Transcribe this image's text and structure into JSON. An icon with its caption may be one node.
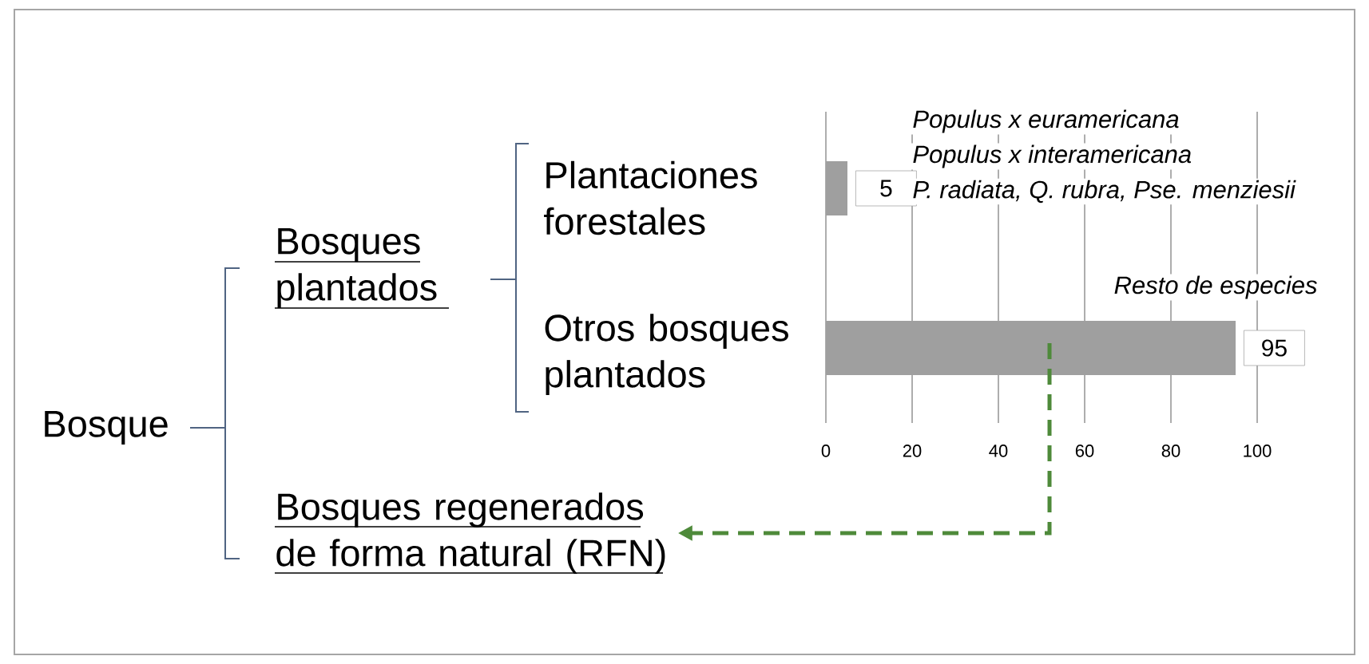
{
  "diagram": {
    "nodes": [
      {
        "text": [
          "Bosque"
        ]
      },
      {
        "text": [
          "Bosques plantados"
        ]
      },
      {
        "text": [
          "Plantaciones forestales"
        ]
      },
      {
        "text": [
          "Otros bosques plantados"
        ]
      },
      {
        "text": [
          "Bosques regenerados de forma natural (RFN)"
        ]
      }
    ],
    "edges": [
      {
        "from": null,
        "to": 4,
        "arrow": "to",
        "style": "dashed",
        "color": "#4e8a3a"
      }
    ],
    "chart_data": {
      "type": "bar",
      "orientation": "horizontal",
      "categories": [
        null,
        null
      ],
      "values": [
        5,
        95
      ],
      "xlim": [
        0,
        100
      ],
      "xticks": [
        0,
        20,
        40,
        60,
        80,
        100
      ],
      "value_labels": [
        "5",
        "95"
      ],
      "grid": true,
      "annotations": [
        "Populus x euramericana",
        "Populus x interamericana",
        "P. radiata, Q. rubra, Pse. menziesii",
        "Resto de especies"
      ]
    }
  }
}
